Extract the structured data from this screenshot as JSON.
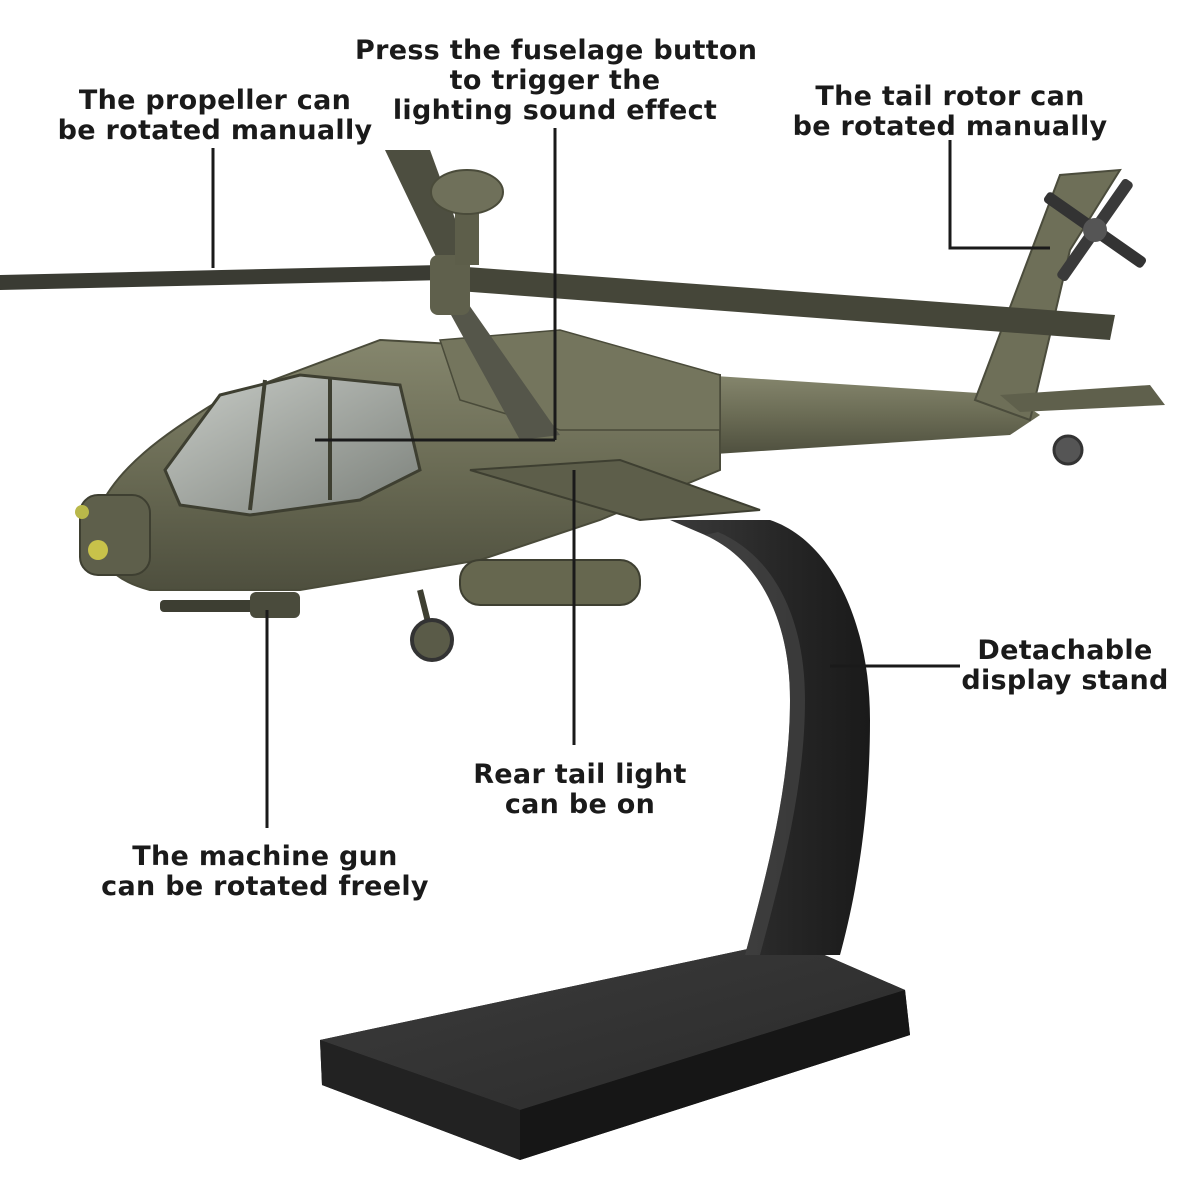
{
  "annotations": {
    "propeller": [
      "The propeller can",
      "be rotated manually"
    ],
    "fuselage_button": [
      "Press the fuselage button",
      "to trigger the",
      "lighting sound effect"
    ],
    "tail_rotor": [
      "The tail rotor can",
      "be rotated manually"
    ],
    "display_stand": [
      "Detachable",
      "display stand"
    ],
    "tail_light": [
      "Rear tail light",
      "can be on"
    ],
    "machine_gun": [
      "The machine gun",
      "can be rotated freely"
    ]
  },
  "colors": {
    "body_olive": "#6b6c55",
    "body_dark": "#4a4b3a",
    "stand_black": "#2b2b2b",
    "leader_line": "#1a1a1a"
  }
}
